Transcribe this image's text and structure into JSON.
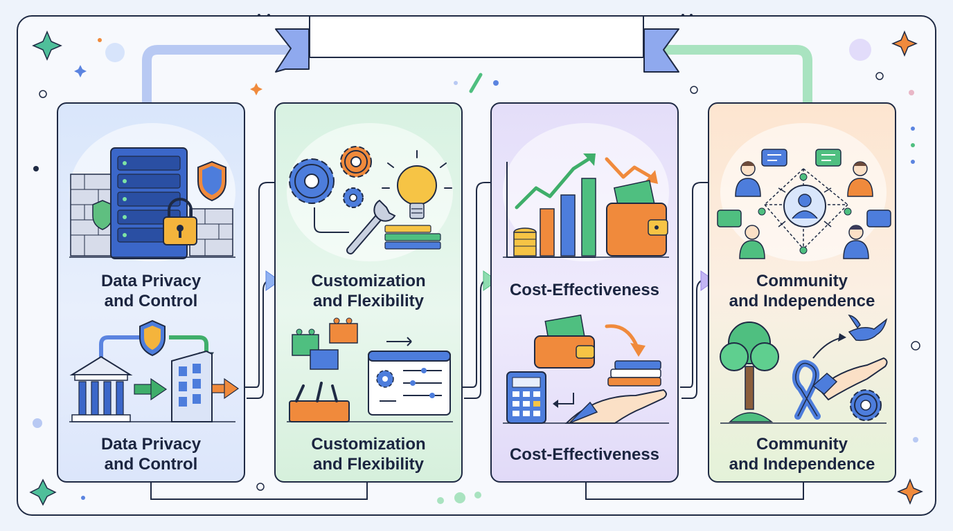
{
  "banner": {
    "title": ""
  },
  "cards": [
    {
      "top_label": "Data Privacy and Control",
      "bottom_label": "Data Privacy and Control",
      "accent": "#3f6fd8"
    },
    {
      "top_label": "Customization and Flexibility",
      "bottom_label": "Customization and Flexibility",
      "accent": "#3fae6a"
    },
    {
      "top_label": "Cost-Effectiveness",
      "bottom_label": "Cost-Effectiveness",
      "accent": "#8a73e0"
    },
    {
      "top_label": "Community and Independence",
      "bottom_label": "Community and Independence",
      "accent": "#f08a3c"
    }
  ],
  "icons": {
    "card1": [
      "server-rack-icon",
      "shield-icon",
      "padlock-icon",
      "brick-wall-icon",
      "bank-building-icon",
      "office-building-icon"
    ],
    "card2": [
      "gears-icon",
      "wrench-icon",
      "lightbulb-icon",
      "building-blocks-icon",
      "toolbox-icon",
      "settings-window-icon"
    ],
    "card3": [
      "bar-chart-growth-icon",
      "coin-stack-icon",
      "wallet-icon",
      "calculator-icon",
      "hand-offering-icon",
      "books-icon"
    ],
    "card4": [
      "network-people-icon",
      "chat-bubble-icon",
      "tree-icon",
      "awareness-ribbon-icon",
      "dove-icon",
      "gear-icon"
    ]
  },
  "colors": {
    "frame": "#1f2a44",
    "background": "#eef3fb",
    "blue": "#3f6fd8",
    "green": "#3fae6a",
    "purple": "#8a73e0",
    "orange": "#f08a3c"
  }
}
